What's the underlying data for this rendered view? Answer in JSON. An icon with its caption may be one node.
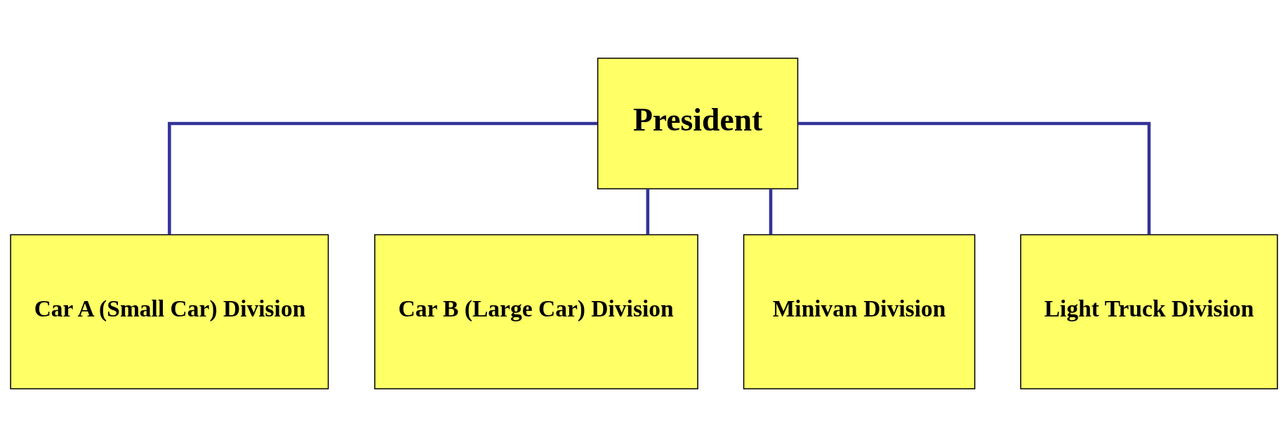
{
  "diagram": {
    "nodes": [
      {
        "text": [
          "President"
        ]
      },
      {
        "text": [
          "Car A (Small Car) Division"
        ]
      },
      {
        "text": [
          "Car B (Large Car) Division"
        ]
      },
      {
        "text": [
          "Minivan Division"
        ]
      },
      {
        "text": [
          "Light Truck Division"
        ]
      }
    ],
    "edges": [
      {
        "from": 0,
        "to": 1,
        "arrow": "none"
      },
      {
        "from": 0,
        "to": 2,
        "arrow": "none"
      },
      {
        "from": 0,
        "to": 3,
        "arrow": "none"
      },
      {
        "from": 0,
        "to": 4,
        "arrow": "none"
      }
    ]
  }
}
